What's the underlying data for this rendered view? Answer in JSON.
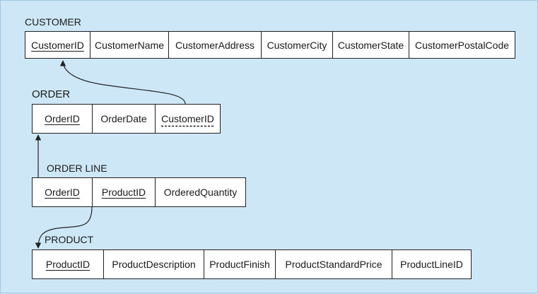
{
  "relations": {
    "customer": {
      "name": "CUSTOMER",
      "attributes": [
        {
          "text": "CustomerID",
          "key": "pk"
        },
        {
          "text": "CustomerName",
          "key": ""
        },
        {
          "text": "CustomerAddress",
          "key": ""
        },
        {
          "text": "CustomerCity",
          "key": ""
        },
        {
          "text": "CustomerState",
          "key": ""
        },
        {
          "text": "CustomerPostalCode",
          "key": ""
        }
      ]
    },
    "order": {
      "name": "ORDER",
      "attributes": [
        {
          "text": "OrderID",
          "key": "pk"
        },
        {
          "text": "OrderDate",
          "key": ""
        },
        {
          "text": "CustomerID",
          "key": "fk"
        }
      ]
    },
    "order_line": {
      "name": "ORDER LINE",
      "attributes": [
        {
          "text": "OrderID",
          "key": "pk"
        },
        {
          "text": "ProductID",
          "key": "pk"
        },
        {
          "text": "OrderedQuantity",
          "key": ""
        }
      ]
    },
    "product": {
      "name": "PRODUCT",
      "attributes": [
        {
          "text": "ProductID",
          "key": "pk"
        },
        {
          "text": "ProductDescription",
          "key": ""
        },
        {
          "text": "ProductFinish",
          "key": ""
        },
        {
          "text": "ProductStandardPrice",
          "key": ""
        },
        {
          "text": "ProductLineID",
          "key": ""
        }
      ]
    }
  },
  "colors": {
    "background": "#cde7f7",
    "cell_fill": "#ffffff",
    "line": "#222222"
  }
}
